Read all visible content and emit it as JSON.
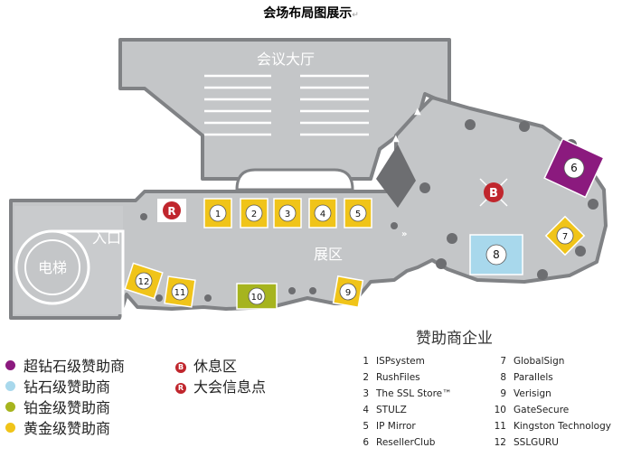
{
  "title": "会场布局图展示",
  "areas": {
    "hall": "会议大厅",
    "elevator": "电梯",
    "entrance": "入口",
    "exhibition": "展区"
  },
  "markers": {
    "rest": "B",
    "info": "R"
  },
  "booths": [
    {
      "num": "1",
      "tier": "gold"
    },
    {
      "num": "2",
      "tier": "gold"
    },
    {
      "num": "3",
      "tier": "gold"
    },
    {
      "num": "4",
      "tier": "gold"
    },
    {
      "num": "5",
      "tier": "gold"
    },
    {
      "num": "6",
      "tier": "diamond"
    },
    {
      "num": "7",
      "tier": "gold"
    },
    {
      "num": "8",
      "tier": "silver"
    },
    {
      "num": "9",
      "tier": "gold"
    },
    {
      "num": "10",
      "tier": "platinum"
    },
    {
      "num": "11",
      "tier": "gold"
    },
    {
      "num": "12",
      "tier": "gold"
    }
  ],
  "legend": {
    "diamond": "超钻石级赞助商",
    "silver": "钻石级赞助商",
    "platinum": "铂金级赞助商",
    "gold": "黄金级赞助商",
    "rest": "休息区",
    "info": "大会信息点"
  },
  "colors": {
    "diamond": "#8b1a7e",
    "silver": "#a8d8ec",
    "platinum": "#a6b41e",
    "gold": "#f0c419",
    "marker": "#c0262d",
    "floor": "#c4c6c8",
    "wall": "#808285"
  },
  "sponsors_title": "赞助商企业",
  "sponsors": [
    {
      "num": "1",
      "name": "ISPsystem"
    },
    {
      "num": "2",
      "name": "RushFiles"
    },
    {
      "num": "3",
      "name": "The SSL Store™"
    },
    {
      "num": "4",
      "name": "STULZ"
    },
    {
      "num": "5",
      "name": "IP Mirror"
    },
    {
      "num": "6",
      "name": "ResellerClub"
    },
    {
      "num": "7",
      "name": "GlobalSign"
    },
    {
      "num": "8",
      "name": "Parallels"
    },
    {
      "num": "9",
      "name": "Verisign"
    },
    {
      "num": "10",
      "name": "GateSecure"
    },
    {
      "num": "11",
      "name": "Kingston Technology"
    },
    {
      "num": "12",
      "name": "SSLGURU"
    }
  ]
}
